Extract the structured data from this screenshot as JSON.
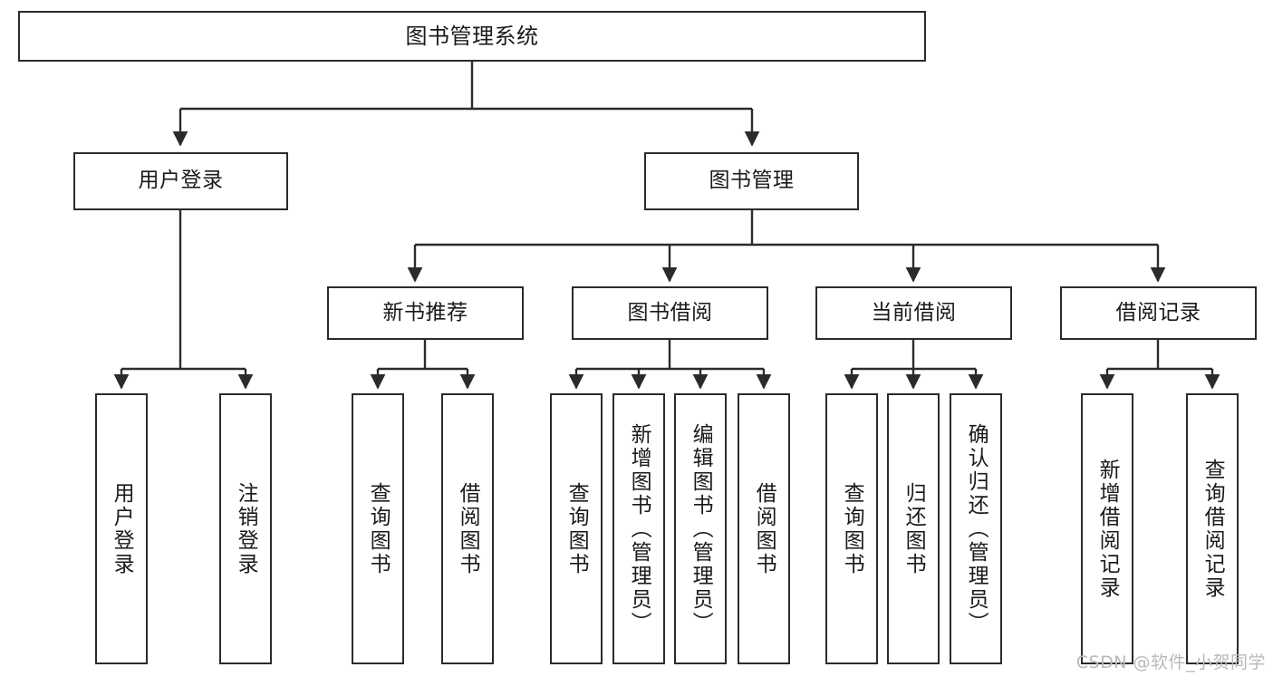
{
  "diagram": {
    "title": "图书管理系统",
    "root": {
      "label": "图书管理系统"
    },
    "level2": [
      {
        "label": "用户登录"
      },
      {
        "label": "图书管理"
      }
    ],
    "level3": [
      {
        "label": "新书推荐"
      },
      {
        "label": "图书借阅"
      },
      {
        "label": "当前借阅"
      },
      {
        "label": "借阅记录"
      }
    ],
    "leaves": {
      "user_login": [
        {
          "label": "用户登录"
        },
        {
          "label": "注销登录"
        }
      ],
      "new_book": [
        {
          "label": "查询图书"
        },
        {
          "label": "借阅图书"
        }
      ],
      "book_borrow": [
        {
          "label": "查询图书"
        },
        {
          "label": "新增图书（管理员）"
        },
        {
          "label": "编辑图书（管理员）"
        },
        {
          "label": "借阅图书"
        }
      ],
      "current_borrow": [
        {
          "label": "查询图书"
        },
        {
          "label": "归还图书"
        },
        {
          "label": "确认归还（管理员）"
        }
      ],
      "borrow_record": [
        {
          "label": "新增借阅记录"
        },
        {
          "label": "查询借阅记录"
        }
      ]
    }
  },
  "watermark": {
    "text": "CSDN @软件_小贺同学"
  },
  "colors": {
    "stroke": "#2b2b2b",
    "background": "#ffffff",
    "text": "#1a1a1a",
    "watermark": "#b9b9b9"
  }
}
